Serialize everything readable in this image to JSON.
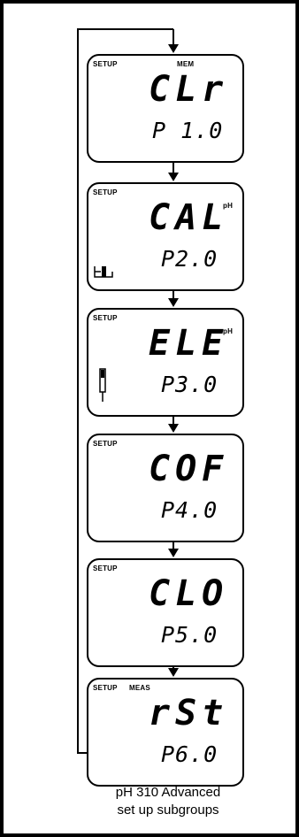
{
  "displays": [
    {
      "top_left": "SETUP",
      "top_right": "MEM",
      "main": "CLr",
      "unit": "",
      "sub": "P 1.0",
      "icon": ""
    },
    {
      "top_left": "SETUP",
      "top_right": "",
      "main": "CAL",
      "unit": "pH",
      "sub": "P2.0",
      "icon": "beaker-icon"
    },
    {
      "top_left": "SETUP",
      "top_right": "",
      "main": "ELE",
      "unit": "pH",
      "sub": "P3.0",
      "icon": "electrode-icon"
    },
    {
      "top_left": "SETUP",
      "top_right": "",
      "main": "COF",
      "unit": "",
      "sub": "P4.0",
      "icon": ""
    },
    {
      "top_left": "SETUP",
      "top_right": "",
      "main": "CLO",
      "unit": "",
      "sub": "P5.0",
      "icon": ""
    },
    {
      "top_left": "SETUP",
      "top_right": "MEAS",
      "main": "rSt",
      "unit": "",
      "sub": "P6.0",
      "icon": ""
    }
  ],
  "caption": {
    "line1": "pH 310 Advanced",
    "line2": "set up subgroups"
  }
}
